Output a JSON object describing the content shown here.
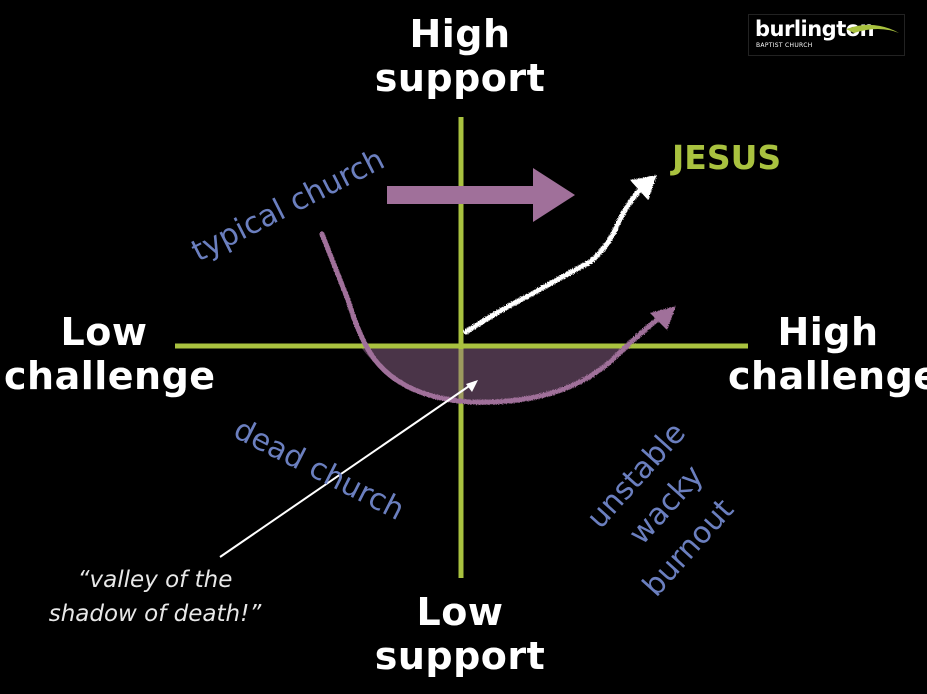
{
  "logo": {
    "name": "burlington",
    "subtitle": "BAPTIST CHURCH",
    "swoosh_color": "#a9c23f"
  },
  "axes": {
    "top_label_line1": "High",
    "top_label_line2": "support",
    "bottom_label_line1": "Low",
    "bottom_label_line2": "support",
    "left_label_line1": "Low",
    "left_label_line2": "challenge",
    "right_label_line1": "High",
    "right_label_line2": "challenge",
    "axis_color": "#a9c23f"
  },
  "quadrants": {
    "top_left": "typical church",
    "bottom_left": "dead church",
    "bottom_right_lines": [
      "unstable",
      "wacky",
      "burnout"
    ],
    "label_color": "#6b7fbf"
  },
  "target": {
    "label": "JESUS",
    "color": "#a9c23f"
  },
  "annotation": {
    "line1": "“valley of the",
    "line2": "shadow of death!”"
  },
  "colors": {
    "curve": "#a0709a",
    "valley_fill": "#4a3448",
    "block_arrow": "#a0709a",
    "chalk_arrow": "#ffffff"
  }
}
